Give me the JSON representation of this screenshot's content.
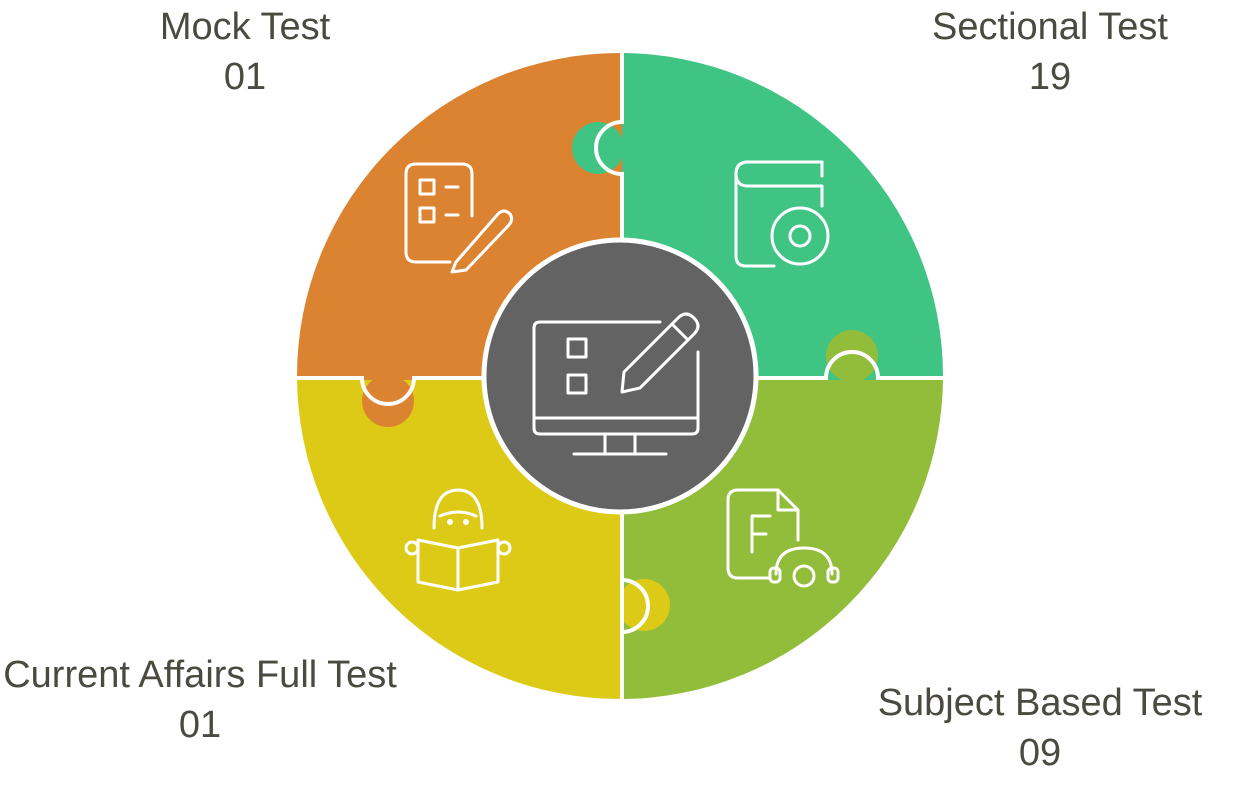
{
  "segments": [
    {
      "id": "mock",
      "title": "Mock Test",
      "count": "01",
      "color": "#DC8331",
      "icon": "checklist-pencil-icon"
    },
    {
      "id": "sectional",
      "title": "Sectional Test",
      "count": "19",
      "color": "#3FC483",
      "icon": "book-disc-icon"
    },
    {
      "id": "subject",
      "title": "Subject Based Test",
      "count": "09",
      "color": "#92BD3A",
      "icon": "document-headphones-icon"
    },
    {
      "id": "current",
      "title": "Current Affairs Full Test",
      "count": "01",
      "color": "#DDCA17",
      "icon": "person-reading-icon"
    }
  ],
  "center": {
    "color": "#636363",
    "icon": "monitor-checklist-pencil-icon"
  }
}
